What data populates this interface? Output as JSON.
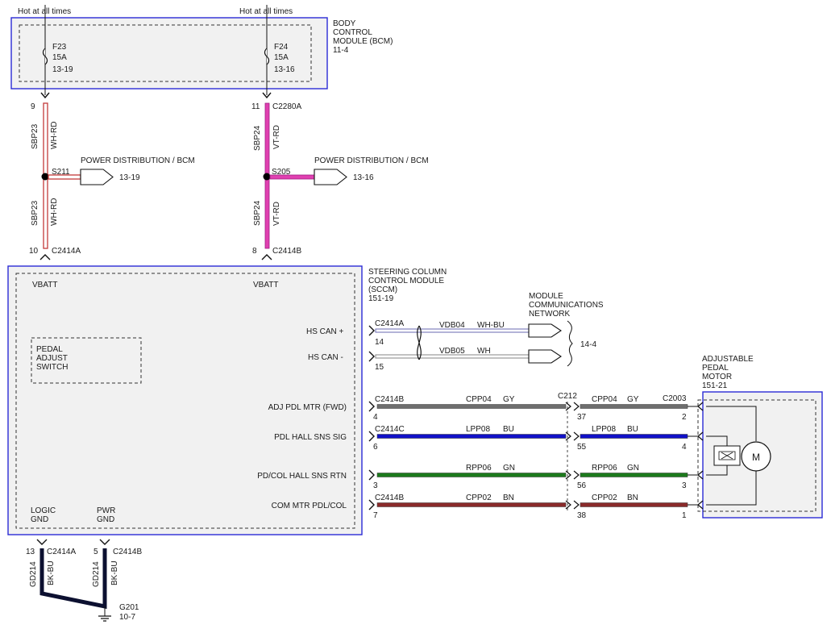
{
  "hot_left": "Hot at all times",
  "hot_right": "Hot at all times",
  "bcm": {
    "name_lines": [
      "BODY",
      "CONTROL",
      "MODULE (BCM)",
      "11-4"
    ]
  },
  "fuse_f23": {
    "lines": [
      "F23",
      "15A",
      "13-19"
    ]
  },
  "fuse_f24": {
    "lines": [
      "F24",
      "15A",
      "13-16"
    ]
  },
  "left_feed": {
    "pin_top": "9",
    "pin_bottom": "10",
    "connector_bottom": "C2414A",
    "circuit_upper": "SBP23",
    "color_upper": "WH-RD",
    "circuit_lower": "SBP23",
    "color_lower": "WH-RD",
    "splice": "S211",
    "dest": "POWER DISTRIBUTION / BCM",
    "dest_ref": "13-19"
  },
  "right_feed": {
    "pin_top": "11",
    "connector_top": "C2280A",
    "pin_bottom": "8",
    "connector_bottom": "C2414B",
    "circuit_upper": "SBP24",
    "color_upper": "VT-RD",
    "circuit_lower": "SBP24",
    "color_lower": "VT-RD",
    "splice": "S205",
    "dest": "POWER DISTRIBUTION / BCM",
    "dest_ref": "13-16"
  },
  "sccm": {
    "name_lines": [
      "STEERING COLUMN",
      "CONTROL MODULE",
      "(SCCM)",
      "151-19"
    ],
    "vbatt_left": "VBATT",
    "vbatt_right": "VBATT",
    "switch_lines": [
      "PEDAL",
      "ADJUST",
      "SWITCH"
    ],
    "logic_gnd": [
      "LOGIC",
      "GND"
    ],
    "pwr_gnd": [
      "PWR",
      "GND"
    ]
  },
  "network": {
    "name_lines": [
      "MODULE",
      "COMMUNICATIONS",
      "NETWORK"
    ],
    "ref": "14-4",
    "connector": "C2414A",
    "can_plus": {
      "label": "HS CAN +",
      "pin": "14",
      "circuit": "VDB04",
      "color": "WH-BU"
    },
    "can_minus": {
      "label": "HS CAN -",
      "pin": "15",
      "circuit": "VDB05",
      "color": "WH"
    }
  },
  "motor": {
    "name_lines": [
      "ADJUSTABLE",
      "PEDAL",
      "MOTOR",
      "151-21"
    ],
    "symbol": "M",
    "connector": "C2003",
    "inline_connector": "C212"
  },
  "motor_wires": [
    {
      "label": "ADJ PDL MTR (FWD)",
      "connector": "C2414B",
      "pin": "4",
      "circuit": "CPP04",
      "color": "GY",
      "inline_pin": "37",
      "circuit2": "CPP04",
      "color2": "GY",
      "end_pin": "2",
      "stroke": "#6e6e6e"
    },
    {
      "label": "PDL HALL SNS SIG",
      "connector": "C2414C",
      "pin": "6",
      "circuit": "LPP08",
      "color": "BU",
      "inline_pin": "55",
      "circuit2": "LPP08",
      "color2": "BU",
      "end_pin": "4",
      "stroke": "#1010c8"
    },
    {
      "label": "PD/COL HALL SNS RTN",
      "connector": "",
      "pin": "3",
      "circuit": "RPP06",
      "color": "GN",
      "inline_pin": "56",
      "circuit2": "RPP06",
      "color2": "GN",
      "end_pin": "3",
      "stroke": "#1c7a1c"
    },
    {
      "label": "COM MTR PDL/COL",
      "connector": "C2414B",
      "pin": "7",
      "circuit": "CPP02",
      "color": "BN",
      "inline_pin": "38",
      "circuit2": "CPP02",
      "color2": "BN",
      "end_pin": "1",
      "stroke": "#8a2a2a"
    }
  ],
  "grounds": {
    "left": {
      "pin": "13",
      "connector": "C2414A",
      "circuit": "GD214",
      "color": "BK-BU"
    },
    "right": {
      "pin": "5",
      "connector": "C2414B",
      "circuit": "GD214",
      "color": "BK-BU"
    },
    "point": "G201",
    "ref": "10-7"
  },
  "colors": {
    "module_border": "#2b2bd6",
    "wh_rd": "#c23a3a",
    "vt_rd": "#e040b0",
    "bk_bu": "#0c1030"
  }
}
